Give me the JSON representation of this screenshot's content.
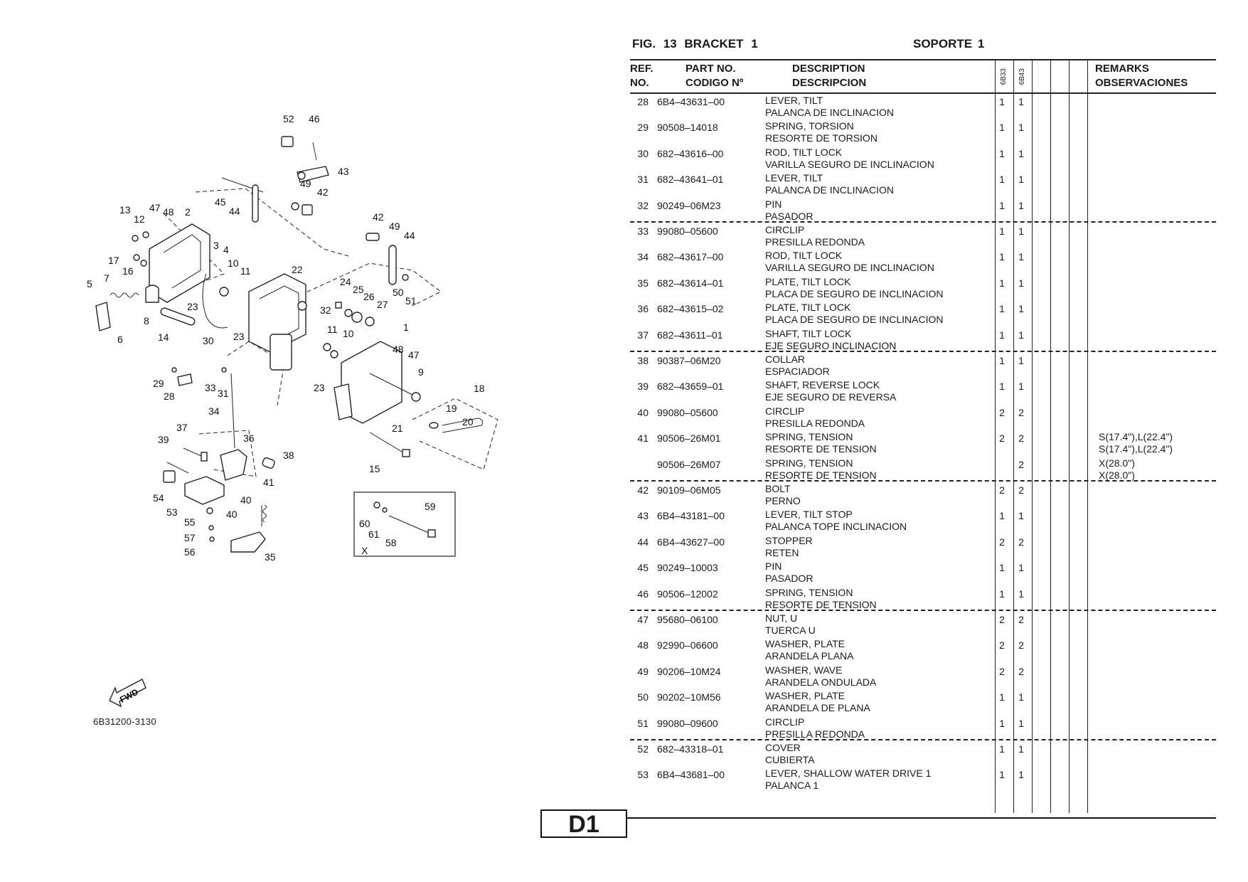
{
  "figure": {
    "label": "FIG.  13   BRACKET 1",
    "label_es": "SOPORTE 1",
    "code": "6B31200-3130",
    "fwd": "FWD",
    "inset_label": "X",
    "page": "D1"
  },
  "header": {
    "ref_en": "REF.",
    "ref_es": "NO.",
    "part_en": "PART NO.",
    "part_es": "CODIGO Nº",
    "desc_en": "DESCRIPTION",
    "desc_es": "DESCRIPCION",
    "model_1": "6B33",
    "model_2": "6B43",
    "remarks_en": "REMARKS",
    "remarks_es": "OBSERVACIONES"
  },
  "rows": [
    {
      "ref": "28",
      "part": "6B4–43631–00",
      "desc_en": "LEVER, TILT",
      "desc_es": "PALANCA DE INCLINACION",
      "q1": "1",
      "q2": "1",
      "r1": "",
      "r2": ""
    },
    {
      "ref": "29",
      "part": "90508–14018",
      "desc_en": "SPRING, TORSION",
      "desc_es": "RESORTE  DE TORSION",
      "q1": "1",
      "q2": "1",
      "r1": "",
      "r2": ""
    },
    {
      "ref": "30",
      "part": "682–43616–00",
      "desc_en": "ROD, TILT LOCK",
      "desc_es": "VARILLA SEGURO DE INCLINACION",
      "q1": "1",
      "q2": "1",
      "r1": "",
      "r2": ""
    },
    {
      "ref": "31",
      "part": "682–43641–01",
      "desc_en": "LEVER, TILT",
      "desc_es": "PALANCA DE INCLINACION",
      "q1": "1",
      "q2": "1",
      "r1": "",
      "r2": ""
    },
    {
      "ref": "32",
      "part": "90249–06M23",
      "desc_en": "PIN",
      "desc_es": "PASADOR",
      "q1": "1",
      "q2": "1",
      "r1": "",
      "r2": ""
    },
    {
      "ref": "33",
      "part": "99080–05600",
      "desc_en": "CIRCLIP",
      "desc_es": "PRESILLA REDONDA",
      "q1": "1",
      "q2": "1",
      "r1": "",
      "r2": ""
    },
    {
      "ref": "34",
      "part": "682–43617–00",
      "desc_en": "ROD, TILT LOCK",
      "desc_es": "VARILLA SEGURO DE INCLINACION",
      "q1": "1",
      "q2": "1",
      "r1": "",
      "r2": ""
    },
    {
      "ref": "35",
      "part": "682–43614–01",
      "desc_en": "PLATE, TILT LOCK",
      "desc_es": "PLACA DE SEGURO DE INCLINACION",
      "q1": "1",
      "q2": "1",
      "r1": "",
      "r2": ""
    },
    {
      "ref": "36",
      "part": "682–43615–02",
      "desc_en": "PLATE, TILT LOCK",
      "desc_es": "PLACA DE SEGURO DE INCLINACION",
      "q1": "1",
      "q2": "1",
      "r1": "",
      "r2": ""
    },
    {
      "ref": "37",
      "part": "682–43611–01",
      "desc_en": "SHAFT, TILT LOCK",
      "desc_es": "EJE  SEGURO INCLINACION",
      "q1": "1",
      "q2": "1",
      "r1": "",
      "r2": ""
    },
    {
      "ref": "38",
      "part": "90387–06M20",
      "desc_en": "COLLAR",
      "desc_es": "ESPACIADOR",
      "q1": "1",
      "q2": "1",
      "r1": "",
      "r2": ""
    },
    {
      "ref": "39",
      "part": "682–43659–01",
      "desc_en": "SHAFT, REVERSE LOCK",
      "desc_es": "EJE  SEGURO DE REVERSA",
      "q1": "1",
      "q2": "1",
      "r1": "",
      "r2": ""
    },
    {
      "ref": "40",
      "part": "99080–05600",
      "desc_en": "CIRCLIP",
      "desc_es": "PRESILLA REDONDA",
      "q1": "2",
      "q2": "2",
      "r1": "",
      "r2": ""
    },
    {
      "ref": "41",
      "part": "90506–26M01",
      "desc_en": "SPRING, TENSION",
      "desc_es": "RESORTE  DE TENSION",
      "q1": "2",
      "q2": "2",
      "r1": "S(17.4\"),L(22.4\")",
      "r2": "S(17.4\"),L(22.4\")"
    },
    {
      "ref": "",
      "part": "90506–26M07",
      "desc_en": "SPRING, TENSION",
      "desc_es": "RESORTE  DE TENSION",
      "q1": "",
      "q2": "2",
      "r1": "X(28.0\")",
      "r2": "X(28.0\")"
    },
    {
      "ref": "42",
      "part": "90109–06M05",
      "desc_en": "BOLT",
      "desc_es": "PERNO",
      "q1": "2",
      "q2": "2",
      "r1": "",
      "r2": ""
    },
    {
      "ref": "43",
      "part": "6B4–43181–00",
      "desc_en": "LEVER, TILT STOP",
      "desc_es": "PALANCA  TOPE INCLINACION",
      "q1": "1",
      "q2": "1",
      "r1": "",
      "r2": ""
    },
    {
      "ref": "44",
      "part": "6B4–43627–00",
      "desc_en": "STOPPER",
      "desc_es": "RETEN",
      "q1": "2",
      "q2": "2",
      "r1": "",
      "r2": ""
    },
    {
      "ref": "45",
      "part": "90249–10003",
      "desc_en": "PIN",
      "desc_es": "PASADOR",
      "q1": "1",
      "q2": "1",
      "r1": "",
      "r2": ""
    },
    {
      "ref": "46",
      "part": "90506–12002",
      "desc_en": "SPRING, TENSION",
      "desc_es": "RESORTE  DE TENSION",
      "q1": "1",
      "q2": "1",
      "r1": "",
      "r2": ""
    },
    {
      "ref": "47",
      "part": "95680–06100",
      "desc_en": "NUT, U",
      "desc_es": "TUERCA U",
      "q1": "2",
      "q2": "2",
      "r1": "",
      "r2": ""
    },
    {
      "ref": "48",
      "part": "92990–06600",
      "desc_en": "WASHER, PLATE",
      "desc_es": "ARANDELA PLANA",
      "q1": "2",
      "q2": "2",
      "r1": "",
      "r2": ""
    },
    {
      "ref": "49",
      "part": "90206–10M24",
      "desc_en": "WASHER, WAVE",
      "desc_es": "ARANDELA  ONDULADA",
      "q1": "2",
      "q2": "2",
      "r1": "",
      "r2": ""
    },
    {
      "ref": "50",
      "part": "90202–10M56",
      "desc_en": "WASHER, PLATE",
      "desc_es": "ARANDELA  DE PLANA",
      "q1": "1",
      "q2": "1",
      "r1": "",
      "r2": ""
    },
    {
      "ref": "51",
      "part": "99080–09600",
      "desc_en": "CIRCLIP",
      "desc_es": "PRESILLA REDONDA",
      "q1": "1",
      "q2": "1",
      "r1": "",
      "r2": ""
    },
    {
      "ref": "52",
      "part": "682–43318–01",
      "desc_en": "COVER",
      "desc_es": "CUBIERTA",
      "q1": "1",
      "q2": "1",
      "r1": "",
      "r2": ""
    },
    {
      "ref": "53",
      "part": "6B4–43681–00",
      "desc_en": "LEVER, SHALLOW WATER DRIVE 1",
      "desc_es": "PALANCA 1",
      "q1": "1",
      "q2": "1",
      "r1": "",
      "r2": ""
    }
  ],
  "callouts": [
    "52",
    "46",
    "43",
    "49",
    "42",
    "45",
    "44",
    "13",
    "47",
    "48",
    "2",
    "12",
    "3",
    "4",
    "10",
    "11",
    "22",
    "17",
    "16",
    "7",
    "5",
    "8",
    "6",
    "14",
    "23",
    "23",
    "24",
    "25",
    "26",
    "27",
    "42",
    "49",
    "44",
    "50",
    "51",
    "32",
    "11",
    "10",
    "1",
    "48",
    "47",
    "9",
    "30",
    "29",
    "28",
    "33",
    "31",
    "34",
    "23",
    "18",
    "19",
    "20",
    "21",
    "15",
    "37",
    "36",
    "38",
    "39",
    "54",
    "53",
    "41",
    "40",
    "40",
    "55",
    "57",
    "56",
    "35",
    "59",
    "60",
    "61",
    "58"
  ]
}
